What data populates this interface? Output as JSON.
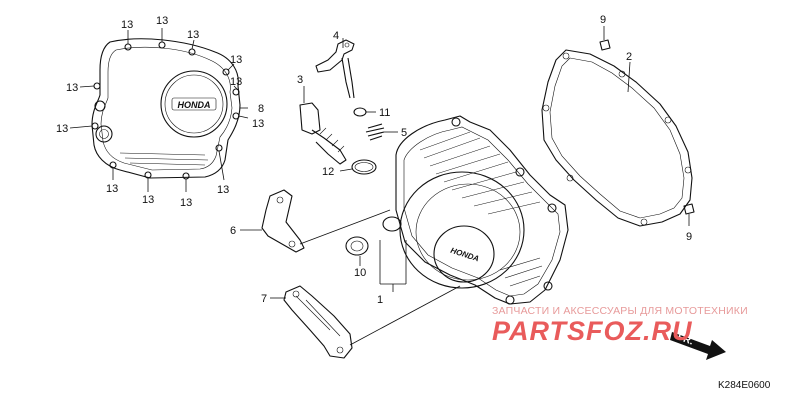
{
  "diagram": {
    "callouts": {
      "p1": "1",
      "p2": "2",
      "p3": "3",
      "p4": "4",
      "p5": "5",
      "p6": "6",
      "p7": "7",
      "p8": "8",
      "p9a": "9",
      "p9b": "9",
      "p10": "10",
      "p11": "11",
      "p12": "12",
      "c13_1": "13",
      "c13_2": "13",
      "c13_3": "13",
      "c13_4": "13",
      "c13_5": "13",
      "c13_6": "13",
      "c13_7": "13",
      "c13_8": "13",
      "c13_9": "13",
      "c13_10": "13",
      "c13_11": "13",
      "c13_12": "13"
    },
    "brand_on_cover_left": "HONDA",
    "brand_on_cover_right": "HONDA",
    "direction_arrow": "FR.",
    "diagram_code": "K284E0600"
  },
  "watermark": {
    "tagline": "ЗАПЧАСТИ И АКСЕССУАРЫ ДЛЯ МОТОТЕХНИКИ",
    "logo": "PARTSFOZ.RU"
  },
  "colors": {
    "line": "#111111",
    "watermark_red": "#e95b5b",
    "watermark_pink": "#e79a9a"
  }
}
